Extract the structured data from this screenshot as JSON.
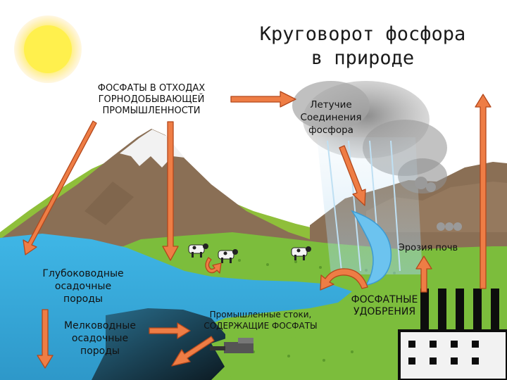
{
  "title": "Круговорот фосфора\nв природе",
  "labels": {
    "mining_waste": "ФОСФАТЫ В ОТХОДАХ\nГОРНОДОБЫВАЮЩЕЙ\nПРОМЫШЛЕННОСТИ",
    "volatile": "Летучие\nСоединения\nфосфора",
    "erosion": "Эрозия почв",
    "deep_sediments": "Глубоководные\nосадочные\nпороды",
    "shallow_sediments": "Мелководные\nосадочные\nпороды",
    "industrial_runoff": "Промышленные стоки,\nСОДЕРЖАЩИЕ ФОСФАТЫ",
    "fertilizers": "ФОСФАТНЫЕ\nУДОБРЕНИЯ"
  },
  "colors": {
    "arrow_fill": "#ee7d45",
    "arrow_stroke": "#b3481c",
    "sea": "#35aee0",
    "grass": "#7cbd3c",
    "mountain": "#8a6f55",
    "snow": "#f2f2f2",
    "sky": "#ffffff",
    "sun": "#fff04d",
    "cloud": "#9c9c9c",
    "factory": "#0d0d0d"
  }
}
